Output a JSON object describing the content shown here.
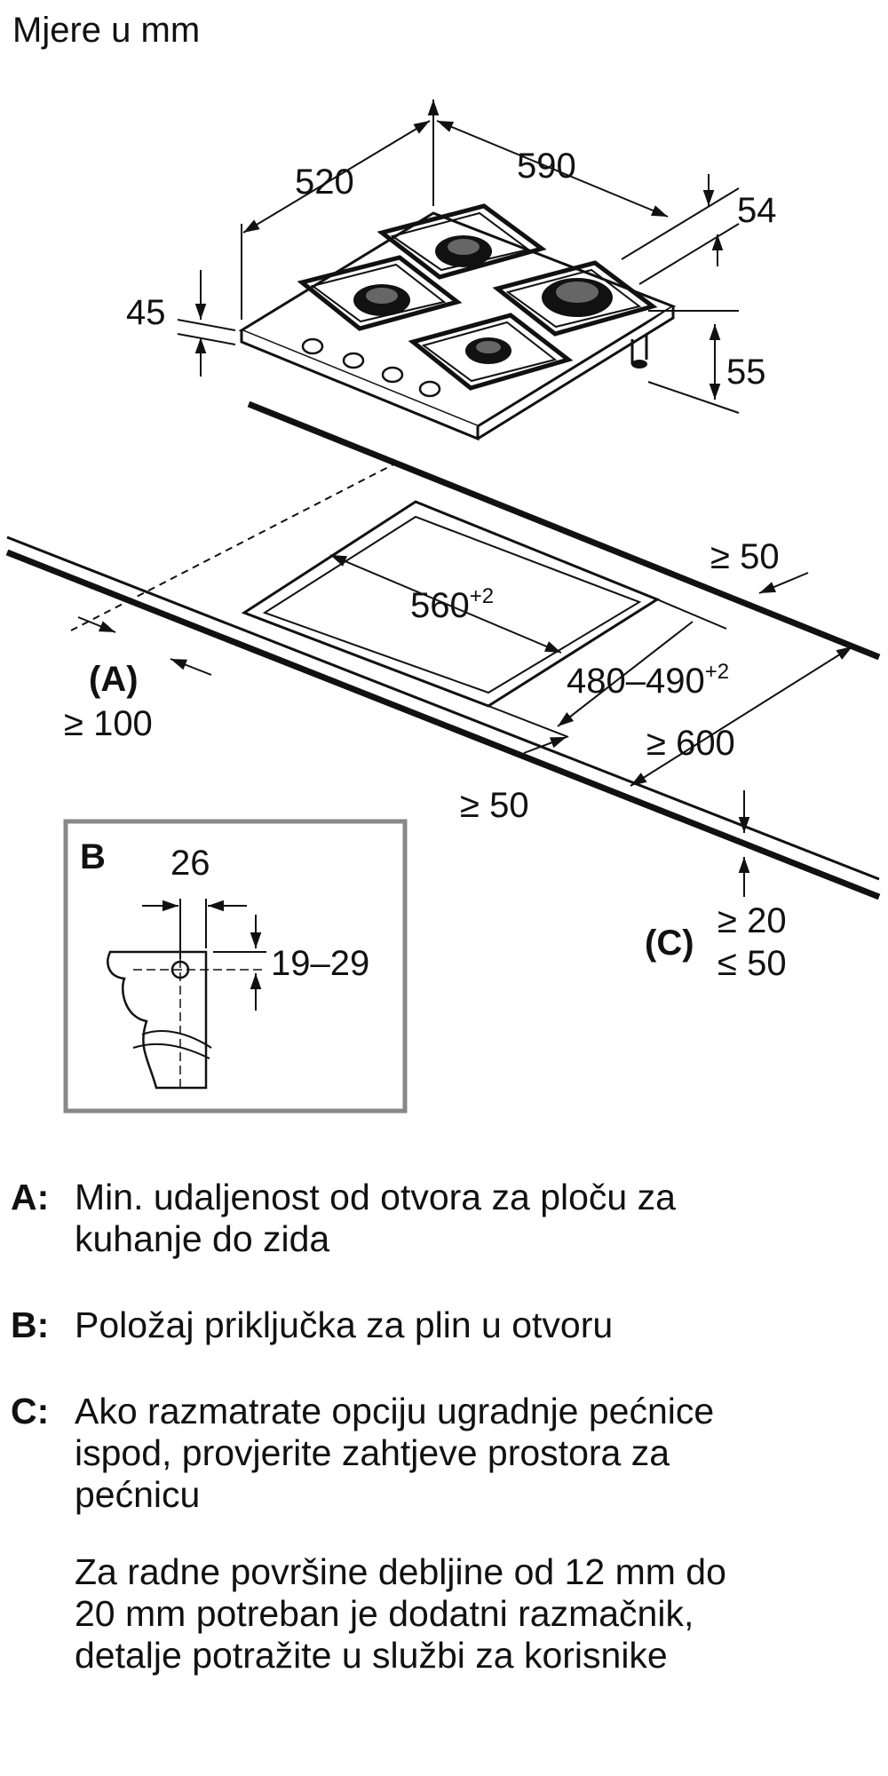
{
  "header": {
    "title": "Mjere u mm"
  },
  "dimensions": {
    "depth": "520",
    "width": "590",
    "top_offset": "54",
    "side_height": "45",
    "total_height": "55",
    "cutout_width": "560",
    "cutout_width_tol": "+2",
    "cutout_depth": "480–490",
    "cutout_depth_tol": "+2",
    "back_clearance": "≥ 50",
    "front_clearance": "≥ 50",
    "worktop_depth": "≥ 600",
    "wall_distance": "≥ 100",
    "wall_label": "(A)",
    "c_label": "(C)",
    "c_min": "≥ 20",
    "c_max": "≤ 50"
  },
  "detail_b": {
    "label": "B",
    "width": "26",
    "height": "19–29"
  },
  "notes": [
    {
      "key": "A:",
      "text_lines": [
        "Min. udaljenost od otvora za ploču za",
        "kuhanje do zida"
      ]
    },
    {
      "key": "B:",
      "text_lines": [
        "Položaj priključka za plin u otvoru"
      ]
    },
    {
      "key": "C:",
      "text_lines": [
        "Ako razmatrate opciju ugradnje pećnice",
        "ispod, provjerite zahtjeve prostora za",
        "pećnicu"
      ]
    }
  ],
  "extra_note_lines": [
    "Za radne površine debljine od 12 mm do",
    "20 mm potreban je dodatni razmačnik,",
    "detalje potražite u službi za korisnike"
  ]
}
